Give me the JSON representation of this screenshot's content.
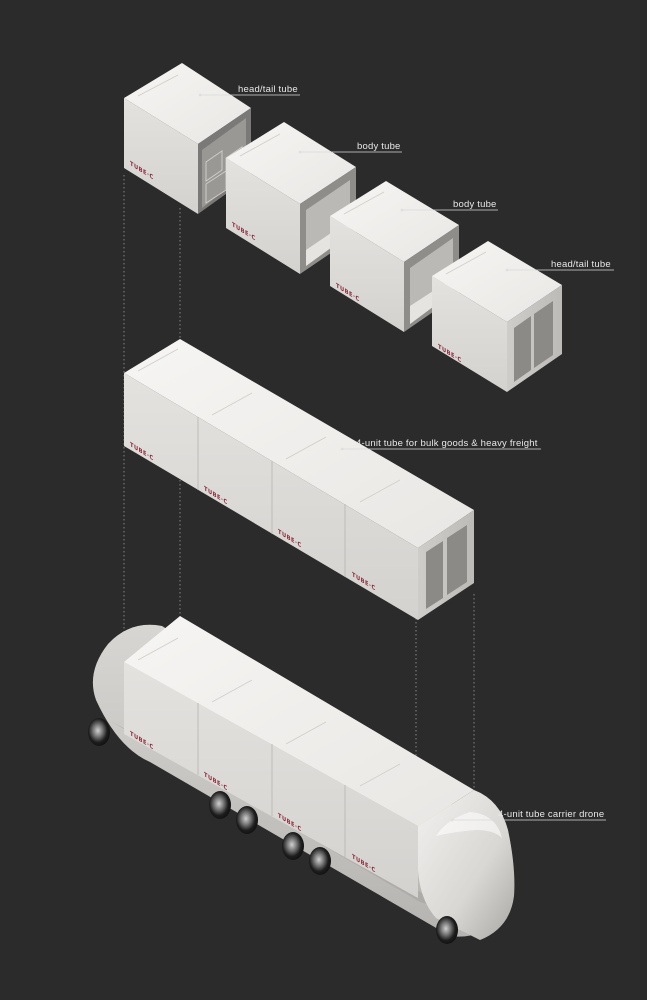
{
  "labels": {
    "head_tail_1": "head/tail tube",
    "body_1": "body tube",
    "body_2": "body tube",
    "head_tail_2": "head/tail tube",
    "four_unit": "4-unit tube for bulk goods & heavy freight",
    "carrier": "4-unit tube carrier drone"
  },
  "brand": "TUBE·C",
  "colors": {
    "background": "#2b2b2b",
    "tube_top": "#f1f0ee",
    "tube_left": "#dcdad7",
    "tube_right": "#c7c5c2",
    "label": "#e8e8e8",
    "brand": "#8a2a3a"
  }
}
